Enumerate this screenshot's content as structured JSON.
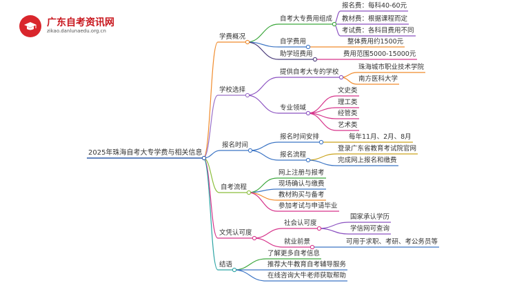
{
  "header": {
    "site_title": "广东自考资讯网",
    "site_url": "zikao.danlunaedu.org.cn"
  },
  "mindmap": {
    "root": "2025年珠海自考大专学费与相关信息",
    "colors": {
      "root": "#2b5aa8",
      "b1": "#f08a2a",
      "b2": "#9a6fc7",
      "b3": "#3b74c4",
      "b4": "#8bbd3a",
      "b5": "#d6338a",
      "b6": "#2aa3a3",
      "n_green": "#3aa63a",
      "n_blue": "#3b74c4",
      "n_dark": "#4a3b7a",
      "n_orange": "#f08a2a",
      "n_magenta": "#d6338a",
      "n_purple": "#8a50c0",
      "n_teal": "#2aa3a3",
      "n_gold": "#c9a21a"
    },
    "branches": [
      {
        "label": "学费概况",
        "children": [
          {
            "label": "自考大专费用组成",
            "children": [
              "报名费：每科40-60元",
              "教材费：根据课程而定",
              "考试费：各科目费用不同"
            ]
          },
          {
            "label": "自学费用",
            "children": [
              "整体费用约1500元"
            ]
          },
          {
            "label": "助学班费用",
            "children": [
              "费用范围5000-15000元"
            ]
          }
        ]
      },
      {
        "label": "学校选择",
        "children": [
          {
            "label": "提供自考大专的学校",
            "children": [
              "珠海城市职业技术学院",
              "南方医科大学"
            ]
          },
          {
            "label": "专业领域",
            "children": [
              "文史类",
              "理工类",
              "经管类",
              "艺术类"
            ]
          }
        ]
      },
      {
        "label": "报名时间",
        "children": [
          {
            "label": "报名时间安排",
            "children": [
              "每年11月、2月、8月"
            ]
          },
          {
            "label": "报名流程",
            "children": [
              "登录广东省教育考试院官网",
              "完成网上报名和缴费"
            ]
          }
        ]
      },
      {
        "label": "自考流程",
        "children": [
          {
            "label": "网上注册与报考",
            "children": []
          },
          {
            "label": "现场确认与缴费",
            "children": []
          },
          {
            "label": "教材购买与备考",
            "children": []
          },
          {
            "label": "参加考试与申请毕业",
            "children": []
          }
        ]
      },
      {
        "label": "文凭认可度",
        "children": [
          {
            "label": "社会认可度",
            "children": [
              "国家承认学历",
              "学信网可查询"
            ]
          },
          {
            "label": "就业前景",
            "children": [
              "可用于求职、考研、考公务员等"
            ]
          }
        ]
      },
      {
        "label": "结语",
        "children": [
          {
            "label": "了解更多自考信息",
            "children": []
          },
          {
            "label": "推荐大牛教育自考辅导服务",
            "children": []
          },
          {
            "label": "在线咨询大牛老师获取帮助",
            "children": []
          }
        ]
      }
    ]
  }
}
